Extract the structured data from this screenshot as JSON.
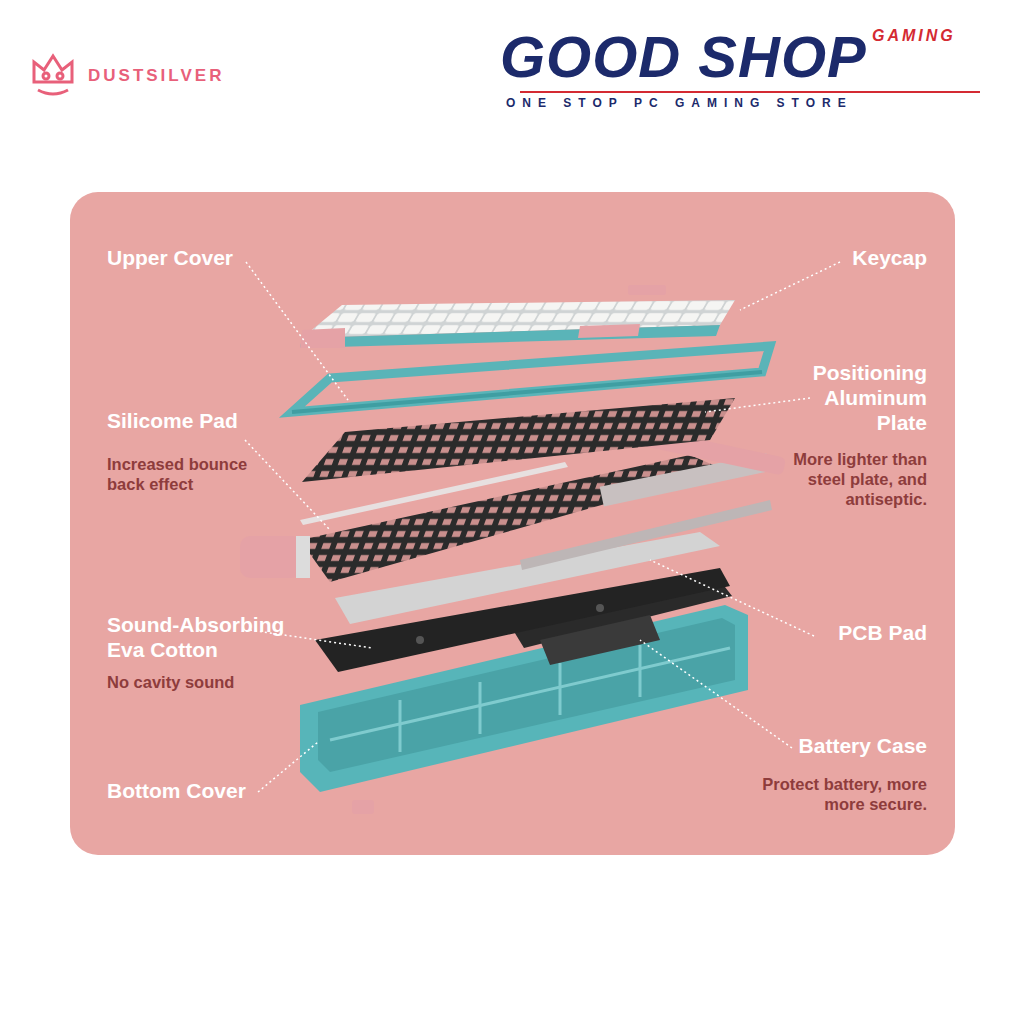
{
  "diagram": {
    "labels": [
      "DUSTSILVER",
      "GAMING",
      "GOOD SHOP",
      "ONE STOP PC GAMING STORE",
      "Upper Cover",
      "Keycap",
      "Positioning Aluminum Plate",
      "More lighter than steel plate, and antiseptic.",
      "Silicome Pad",
      "Increased bounce back effect",
      "PCB Pad",
      "Sound-Absorbing Eva Cotton",
      "No cavity sound",
      "Battery Case",
      "Protect battery, more more secure.",
      "Bottom Cover"
    ]
  }
}
